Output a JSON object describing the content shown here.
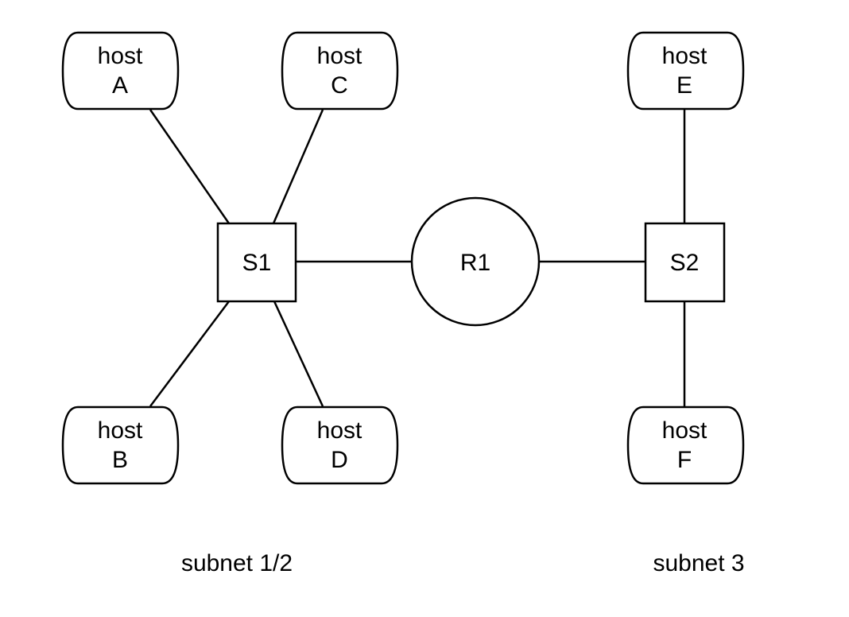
{
  "hosts": [
    {
      "line1": "host",
      "line2": "A"
    },
    {
      "line1": "host",
      "line2": "C"
    },
    {
      "line1": "host",
      "line2": "E"
    },
    {
      "line1": "host",
      "line2": "B"
    },
    {
      "line1": "host",
      "line2": "D"
    },
    {
      "line1": "host",
      "line2": "F"
    }
  ],
  "switches": [
    {
      "label": "S1"
    },
    {
      "label": "S2"
    }
  ],
  "router": {
    "label": "R1"
  },
  "subnets": [
    {
      "label": "subnet 1/2"
    },
    {
      "label": "subnet 3"
    }
  ],
  "colors": {
    "stroke": "#000000",
    "fill": "#ffffff",
    "background": "#ffffff"
  }
}
